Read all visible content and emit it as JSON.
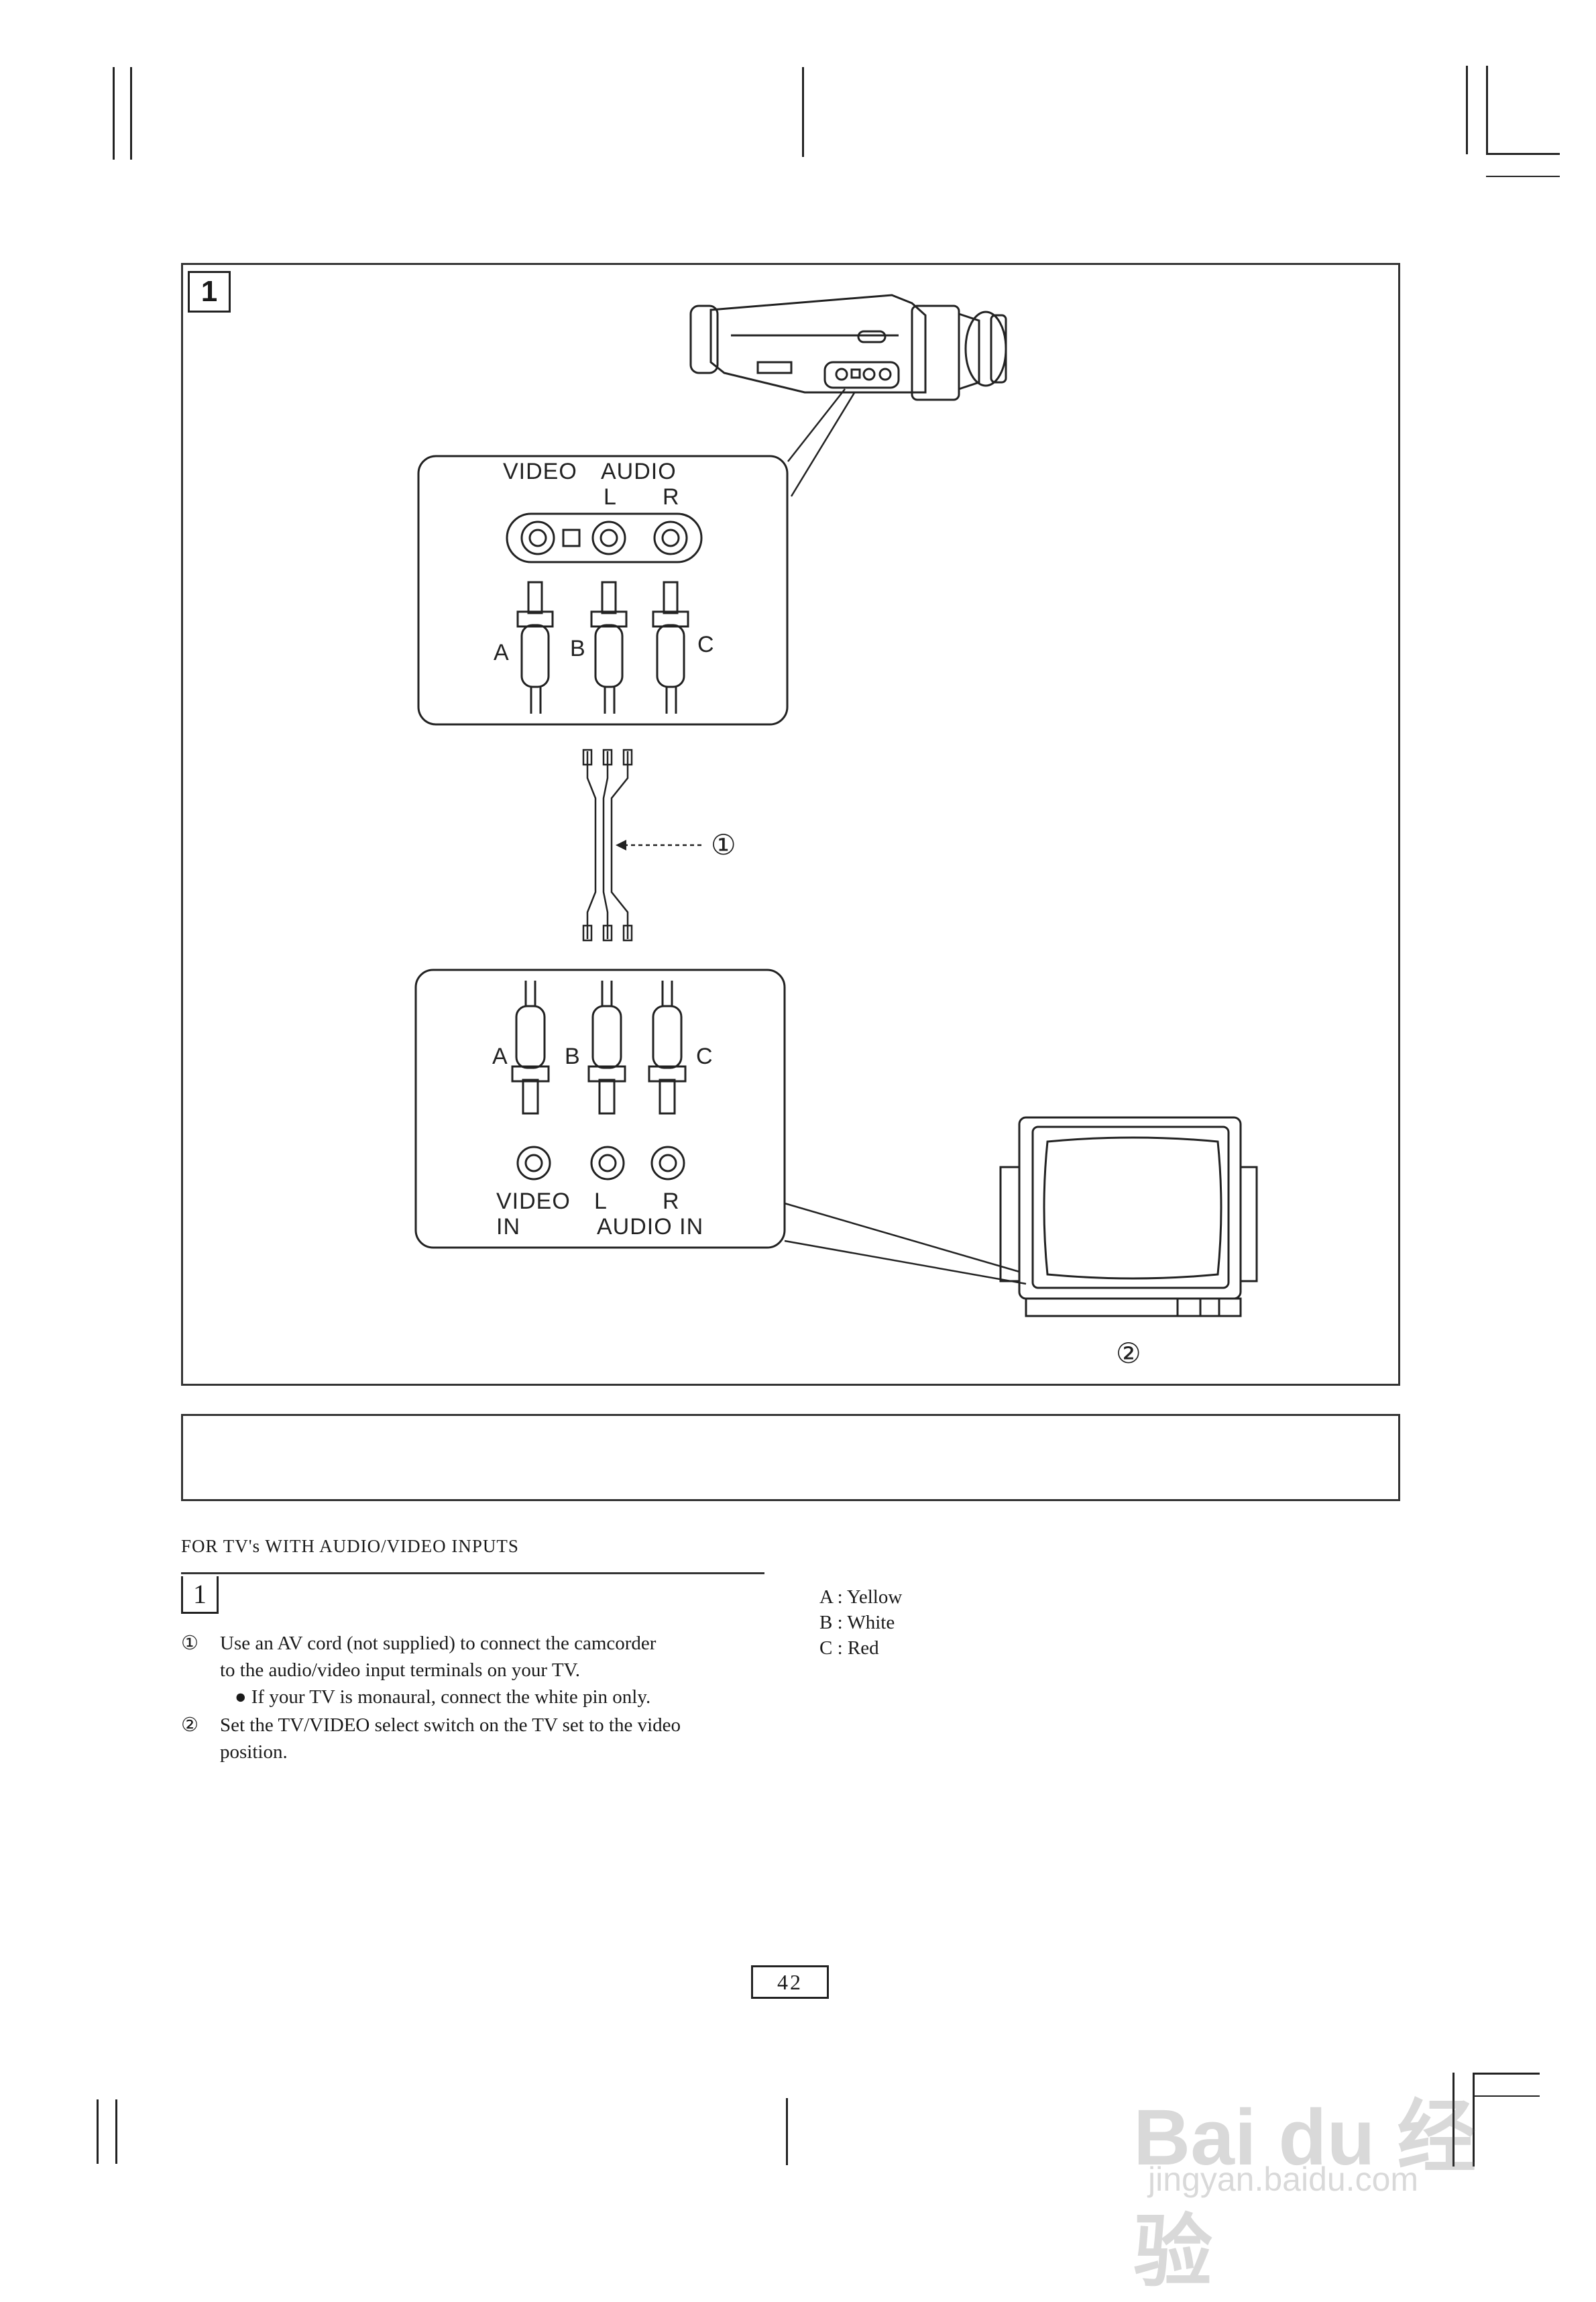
{
  "figure": {
    "step_number": "1",
    "camcorder_panel": {
      "video_label": "VIDEO",
      "audio_label": "AUDIO",
      "left_label": "L",
      "right_label": "R",
      "plug_a": "A",
      "plug_b": "B",
      "plug_c": "C"
    },
    "cord_callout": "①",
    "tv_panel": {
      "plug_a": "A",
      "plug_b": "B",
      "plug_c": "C",
      "video_label": "VIDEO",
      "in_label": "IN",
      "left_label": "L",
      "right_label": "R",
      "audio_in_label": "AUDIO IN"
    },
    "tv_callout": "②"
  },
  "section": {
    "heading": "FOR TV's WITH AUDIO/VIDEO INPUTS",
    "step_number": "1",
    "instructions": [
      {
        "num": "①",
        "lines": [
          "Use an AV cord (not supplied) to connect the camcorder",
          "to the audio/video input terminals on your TV.",
          "● If your TV is monaural, connect the white pin only."
        ]
      },
      {
        "num": "②",
        "lines": [
          "Set the TV/VIDEO select switch on the TV set to the video",
          "position."
        ]
      }
    ],
    "legend": [
      "A : Yellow",
      "B : White",
      "C : Red"
    ]
  },
  "page_number": "42",
  "watermark": {
    "brand": "Bai du 经验",
    "url": "jingyan.baidu.com"
  }
}
